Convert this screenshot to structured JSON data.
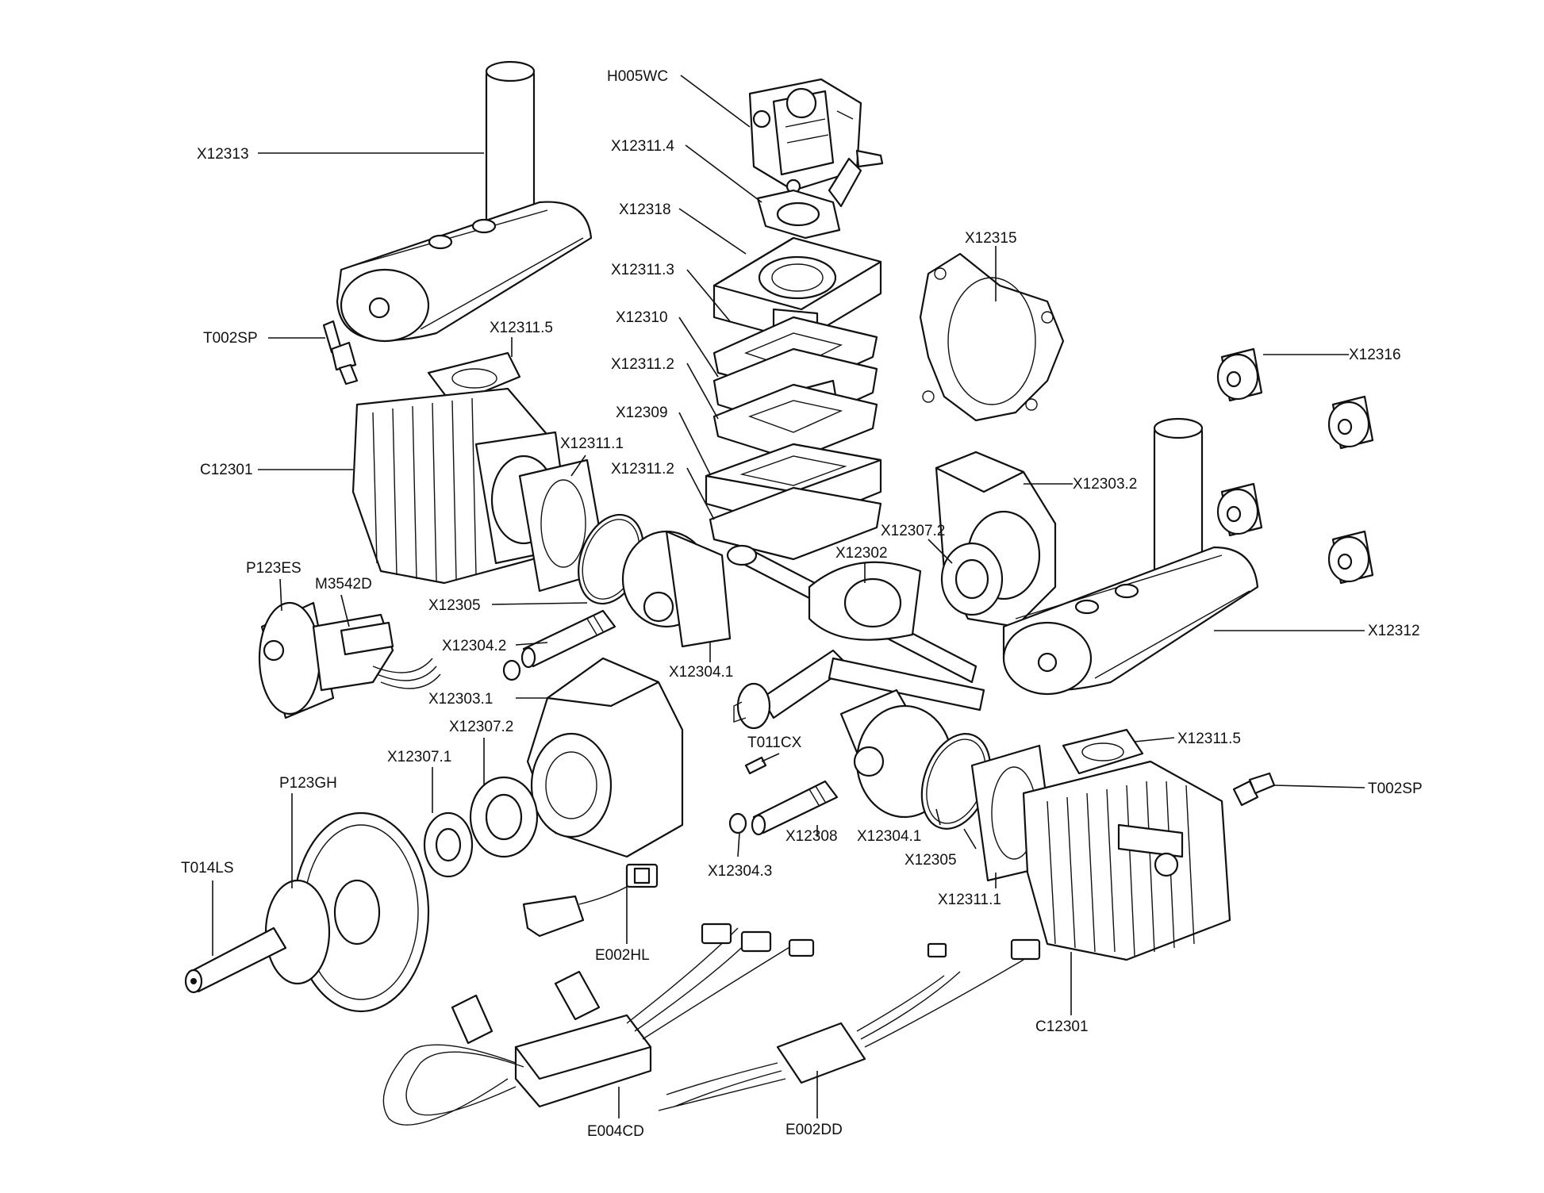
{
  "labels": [
    {
      "id": "h005wc",
      "text": "H005WC"
    },
    {
      "id": "x12313",
      "text": "X12313"
    },
    {
      "id": "x12311_4",
      "text": "X12311.4"
    },
    {
      "id": "x12318",
      "text": "X12318"
    },
    {
      "id": "x12315",
      "text": "X12315"
    },
    {
      "id": "x12311_3",
      "text": "X12311.3"
    },
    {
      "id": "x12310",
      "text": "X12310"
    },
    {
      "id": "t002sp_left",
      "text": "T002SP"
    },
    {
      "id": "x12311_5_top",
      "text": "X12311.5"
    },
    {
      "id": "x12316",
      "text": "X12316"
    },
    {
      "id": "x12311_2_a",
      "text": "X12311.2"
    },
    {
      "id": "x12309",
      "text": "X12309"
    },
    {
      "id": "x12311_1_top",
      "text": "X12311.1"
    },
    {
      "id": "c12301_left",
      "text": "C12301"
    },
    {
      "id": "x12311_2_b",
      "text": "X12311.2"
    },
    {
      "id": "x12303_2",
      "text": "X12303.2"
    },
    {
      "id": "x12307_2_top",
      "text": "X12307.2"
    },
    {
      "id": "x12302",
      "text": "X12302"
    },
    {
      "id": "p123es",
      "text": "P123ES"
    },
    {
      "id": "m3542d",
      "text": "M3542D"
    },
    {
      "id": "x12305_top",
      "text": "X12305"
    },
    {
      "id": "x12312",
      "text": "X12312"
    },
    {
      "id": "x12304_2",
      "text": "X12304.2"
    },
    {
      "id": "x12304_1_top",
      "text": "X12304.1"
    },
    {
      "id": "x12303_1",
      "text": "X12303.1"
    },
    {
      "id": "x12307_2_bottom",
      "text": "X12307.2"
    },
    {
      "id": "t011cx",
      "text": "T011CX"
    },
    {
      "id": "x12311_5_bottom",
      "text": "X12311.5"
    },
    {
      "id": "x12307_1",
      "text": "X12307.1"
    },
    {
      "id": "p123gh",
      "text": "P123GH"
    },
    {
      "id": "t002sp_right",
      "text": "T002SP"
    },
    {
      "id": "x12308",
      "text": "X12308"
    },
    {
      "id": "x12304_1_bottom",
      "text": "X12304.1"
    },
    {
      "id": "x12305_bottom",
      "text": "X12305"
    },
    {
      "id": "t014ls",
      "text": "T014LS"
    },
    {
      "id": "x12304_3",
      "text": "X12304.3"
    },
    {
      "id": "x12311_1_bottom",
      "text": "X12311.1"
    },
    {
      "id": "e002hl",
      "text": "E002HL"
    },
    {
      "id": "c12301_right",
      "text": "C12301"
    },
    {
      "id": "e004cd",
      "text": "E004CD"
    },
    {
      "id": "e002dd",
      "text": "E002DD"
    }
  ]
}
